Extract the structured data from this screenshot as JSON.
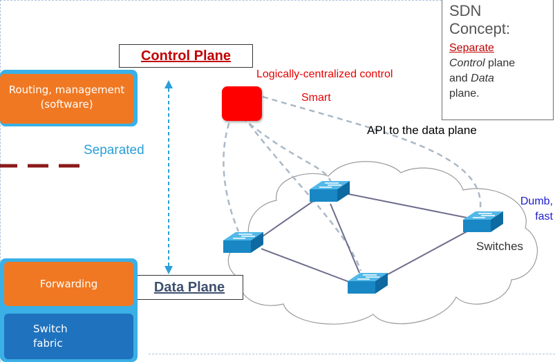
{
  "sdn_box": {
    "title_line1": "SDN",
    "title_line2": "Concept:",
    "text_separate": "Separate",
    "text_control": "Control",
    "text_plane_and": " plane",
    "text_and": "and ",
    "text_data": "Data",
    "text_plane_end": "plane."
  },
  "control_plane": {
    "label": "Control Plane"
  },
  "data_plane": {
    "label": "Data Plane"
  },
  "controller": {
    "label": "Logically-centralized control",
    "sublabel": "Smart"
  },
  "api_label": "API to the data plane",
  "separated_label": "Separated",
  "switches": {
    "dumb_line1": "Dumb,",
    "dumb_line2": "fast",
    "label": "Switches"
  },
  "left_stack_top": {
    "routing_line1": "Routing, management",
    "routing_line2": "(software)"
  },
  "left_stack_bottom": {
    "forwarding": "Forwarding",
    "fabric_line1": "Switch",
    "fabric_line2": "fabric"
  },
  "colors": {
    "controller": "#ff0000",
    "orange": "#f07822",
    "blue": "#1f72be",
    "separator": "#8b1a1a",
    "arrow": "#2a9fd8"
  }
}
